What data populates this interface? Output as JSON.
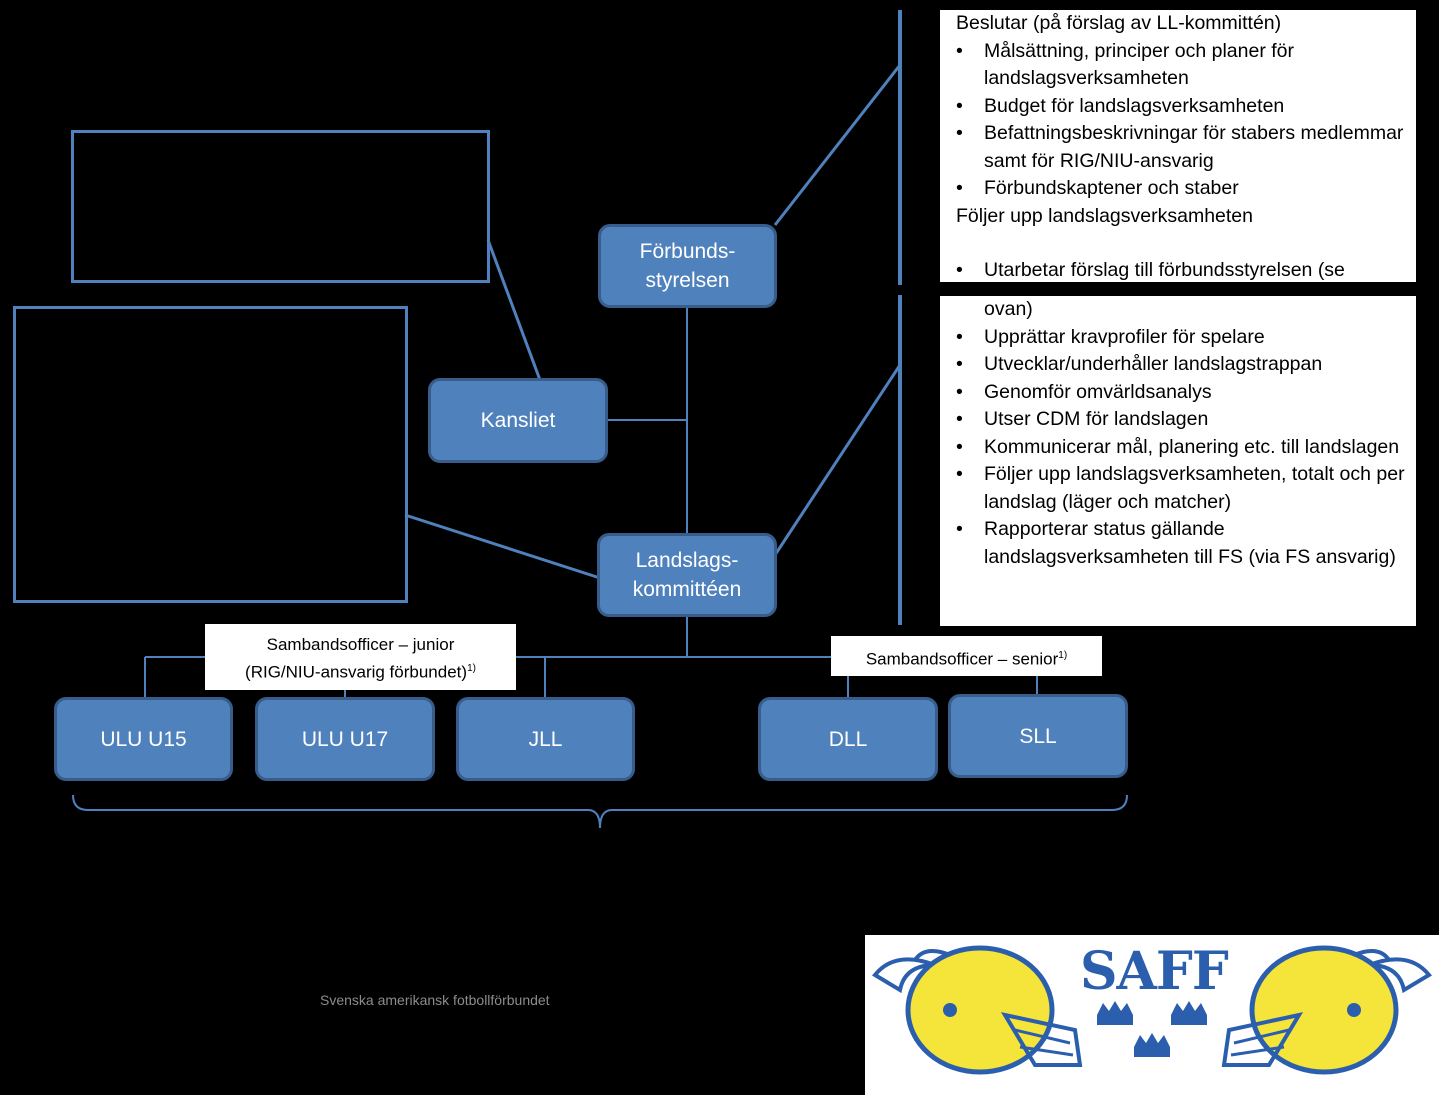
{
  "nodes": {
    "forbundsstyrelsen": [
      "Förbunds-",
      "styrelsen"
    ],
    "kansliet": "Kansliet",
    "landslagskommitteen": [
      "Landslags-",
      "kommittéen"
    ],
    "teams": [
      "ULU U15",
      "ULU U17",
      "JLL",
      "DLL",
      "SLL"
    ]
  },
  "board_box": {
    "intro": "Beslutar (på förslag av LL-kommittén)",
    "items": [
      "Målsättning, principer och planer för landslagsverksamheten",
      "Budget för landslagsverksamheten",
      "Befattningsbeskrivningar för stabers medlemmar samt för RIG/NIU-ansvarig",
      "Förbundskaptener och staber"
    ],
    "outro": "Följer upp landslagsverksamheten",
    "overflow_item": "Utarbetar förslag till förbundsstyrelsen (se"
  },
  "committee_box": {
    "continuation": "ovan)",
    "items": [
      "Upprättar kravprofiler för spelare",
      "Utvecklar/underhåller landslagstrappan",
      "Genomför omvärldsanalys",
      "Utser CDM för landslagen",
      "Kommunicerar mål, planering etc. till landslagen",
      "Följer upp landslagsverksamheten, totalt och per landslag (läger  och matcher)",
      "Rapporterar status gällande landslagsverksamheten till FS (via FS ansvarig)"
    ]
  },
  "liaison": {
    "junior_line1": "Sambandsofficer – junior",
    "junior_line2": "(RIG/NIU-ansvarig förbundet)",
    "junior_sup": "1)",
    "senior": "Sambandsofficer – senior",
    "senior_sup": "1)"
  },
  "footer": "Svenska amerikansk fotbollförbundet",
  "logo": {
    "text": "SAFF",
    "colors": {
      "blue": "#2b5fad",
      "yellow": "#f5e43a"
    }
  },
  "colors": {
    "node_fill": "#4f81bd",
    "node_border": "#385d8a",
    "line": "#4f81bd",
    "background": "#000000"
  }
}
